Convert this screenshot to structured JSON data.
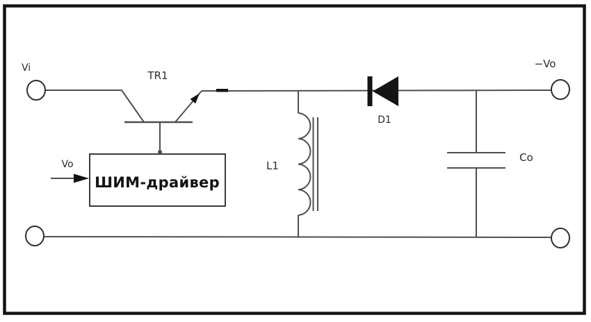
{
  "diagram": {
    "type": "circuit-schematic",
    "description_hint": "inverting buck-boost DC-DC converter schematic",
    "labels": {
      "input_terminal": "Vi",
      "transistor": "TR1",
      "feedback_input": "Vo",
      "pwm_box": "ШИМ-драйвер",
      "inductor": "L1",
      "diode": "D1",
      "capacitor": "Co",
      "output_terminal": "−Vo"
    },
    "colors": {
      "background": "#ffffff",
      "wire": "#4d4d4d",
      "ink": "#141414",
      "text": "#2b2b2b"
    }
  }
}
